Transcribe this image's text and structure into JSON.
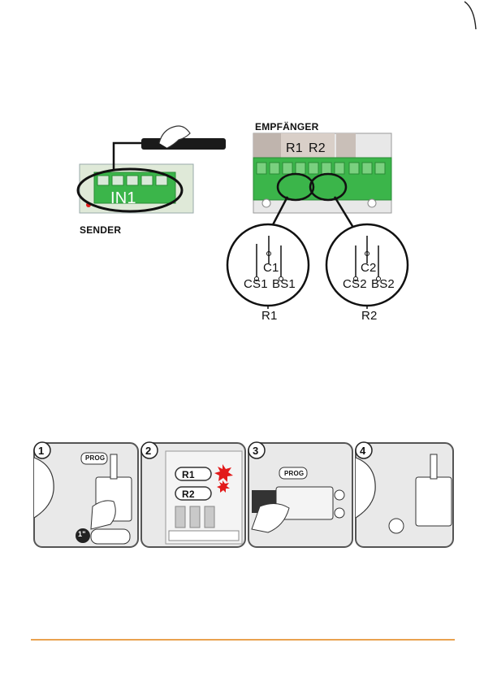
{
  "sender_diagram": {
    "terminal_label": "IN1",
    "caption": "SENDER"
  },
  "receiver_diagram": {
    "title": "EMPFÄNGER",
    "relay_labels": [
      "R1",
      "R2"
    ],
    "relay1": {
      "c": "C1",
      "cs": "CS1",
      "bs": "BS1",
      "name": "R1"
    },
    "relay2": {
      "c": "C2",
      "cs": "CS2",
      "bs": "BS2",
      "name": "R2"
    }
  },
  "steps": [
    {
      "number": "1",
      "prog_label": "PROG",
      "timer_label": "1\""
    },
    {
      "number": "2",
      "relay_labels": [
        "R1",
        "R2"
      ]
    },
    {
      "number": "3",
      "prog_label": "PROG"
    },
    {
      "number": "4"
    }
  ],
  "colors": {
    "terminal_green": "#3bb54a",
    "accent_orange": "#e9a24f",
    "led_red": "#e21b1b",
    "panel_gray": "#e9e9e9"
  }
}
